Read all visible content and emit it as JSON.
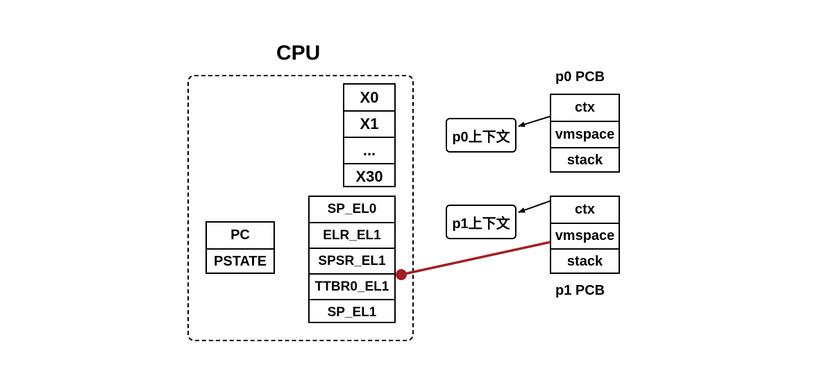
{
  "cpu": {
    "title": "CPU",
    "gp_registers": [
      "X0",
      "X1",
      "...",
      "X30"
    ],
    "sys_registers": [
      "SP_EL0",
      "ELR_EL1",
      "SPSR_EL1",
      "TTBR0_EL1",
      "SP_EL1"
    ],
    "status_registers": [
      "PC",
      "PSTATE"
    ]
  },
  "p0": {
    "pcb_title": "p0 PCB",
    "fields": [
      "ctx",
      "vmspace",
      "stack"
    ],
    "context_label": "p0上下文"
  },
  "p1": {
    "pcb_title": "p1 PCB",
    "fields": [
      "ctx",
      "vmspace",
      "stack"
    ],
    "context_label": "p1上下文"
  },
  "colors": {
    "link": "#a31f24",
    "stroke": "#000000"
  }
}
